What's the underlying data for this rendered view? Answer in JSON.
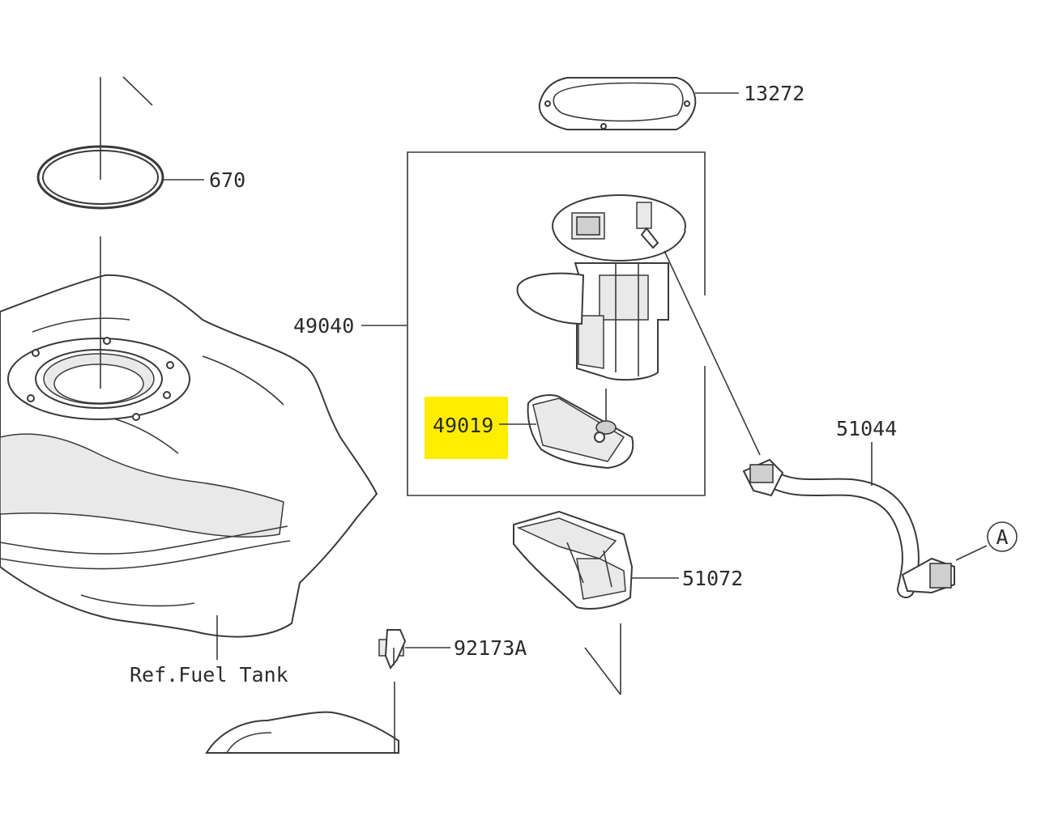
{
  "diagram": {
    "highlight_color": "#ffed00",
    "labels": {
      "p13272": "13272",
      "p670": "670",
      "p49040": "49040",
      "p49019": "49019",
      "p51044": "51044",
      "p51072": "51072",
      "p92173A": "92173A",
      "ref_fuel_tank": "Ref.Fuel Tank",
      "callout_a": "A"
    }
  }
}
